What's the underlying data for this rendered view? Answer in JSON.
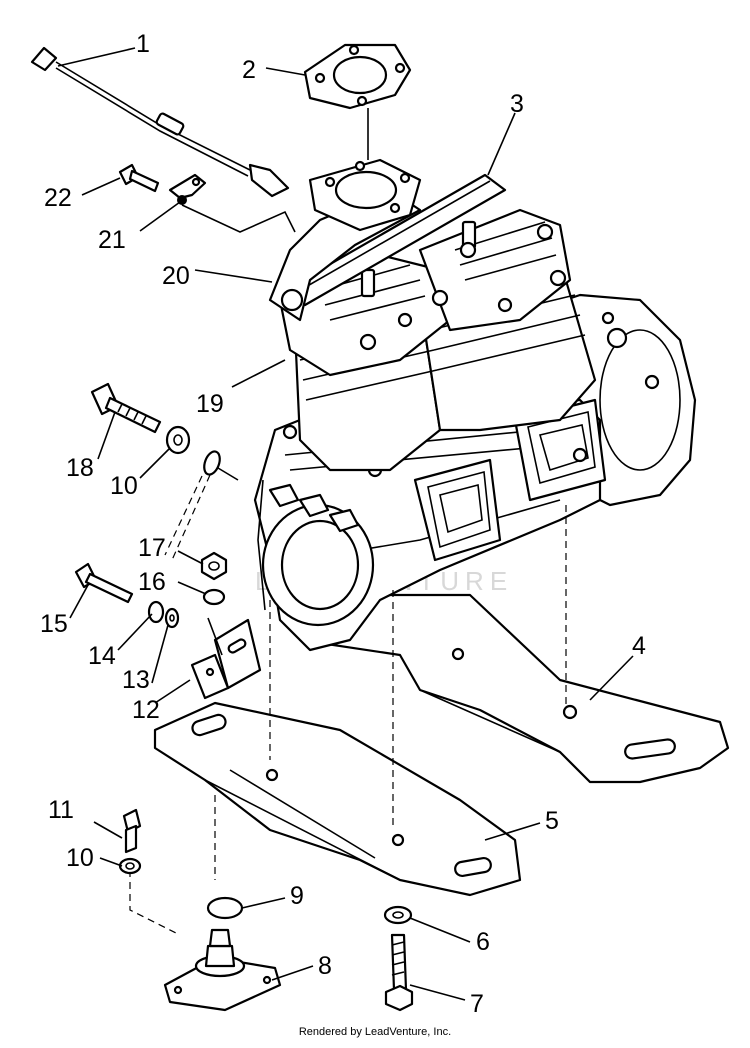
{
  "watermark": "LEADVENTURE",
  "credit": "Rendered by LeadVenture, Inc.",
  "callouts": [
    "1",
    "2",
    "3",
    "4",
    "5",
    "6",
    "7",
    "8",
    "9",
    "10",
    "10",
    "11",
    "12",
    "13",
    "14",
    "15",
    "16",
    "17",
    "18",
    "19",
    "20",
    "21",
    "22"
  ]
}
